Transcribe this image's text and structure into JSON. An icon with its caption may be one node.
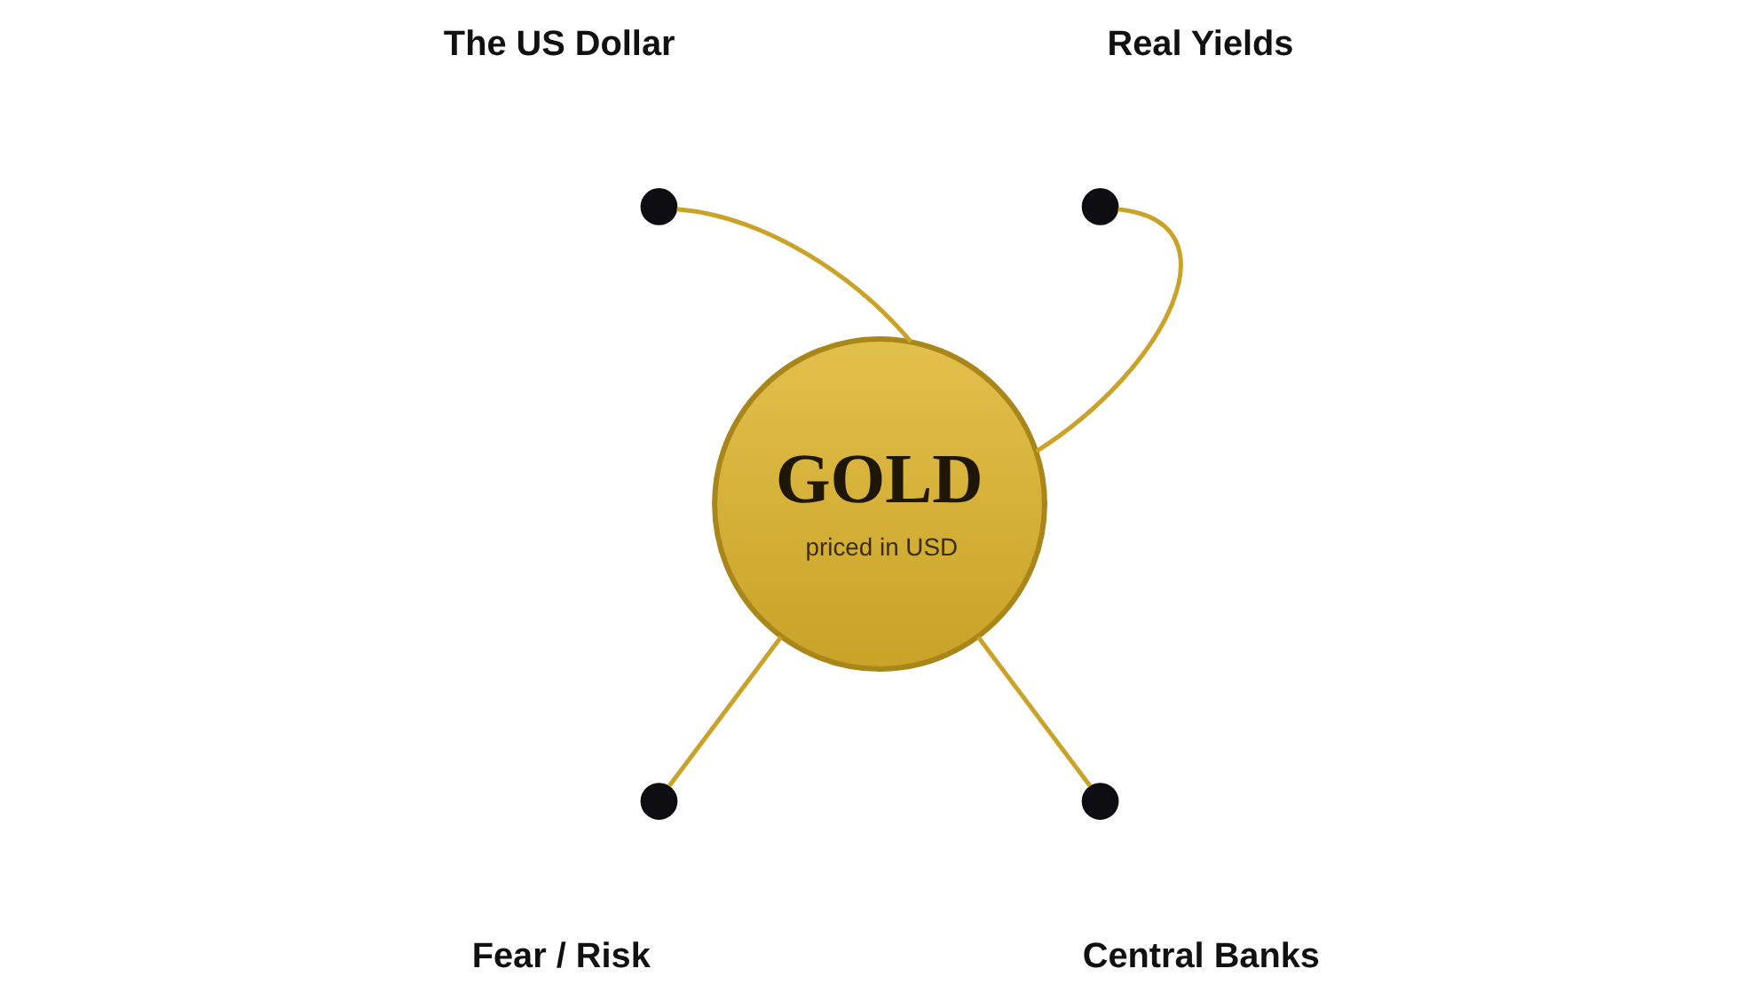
{
  "diagram": {
    "nodes": [
      {
        "text": [],
        "shape": "circle",
        "beside": [
          "The US Dollar"
        ]
      },
      {
        "text": [],
        "shape": "circle",
        "beside": [
          "Real Yields"
        ]
      },
      {
        "text": [
          "GOLD",
          "priced in USD"
        ]
      },
      {
        "text": [],
        "shape": "circle",
        "beside": [
          "Fear / Risk"
        ]
      },
      {
        "text": [],
        "shape": "circle",
        "beside": [
          "Central Banks"
        ]
      }
    ],
    "edges": [
      {
        "from": 2,
        "to": 0,
        "arrow": "none"
      },
      {
        "from": 2,
        "to": 1,
        "arrow": "none"
      },
      {
        "from": 2,
        "to": 3,
        "arrow": "none"
      },
      {
        "from": 2,
        "to": 4,
        "arrow": "none"
      }
    ]
  }
}
